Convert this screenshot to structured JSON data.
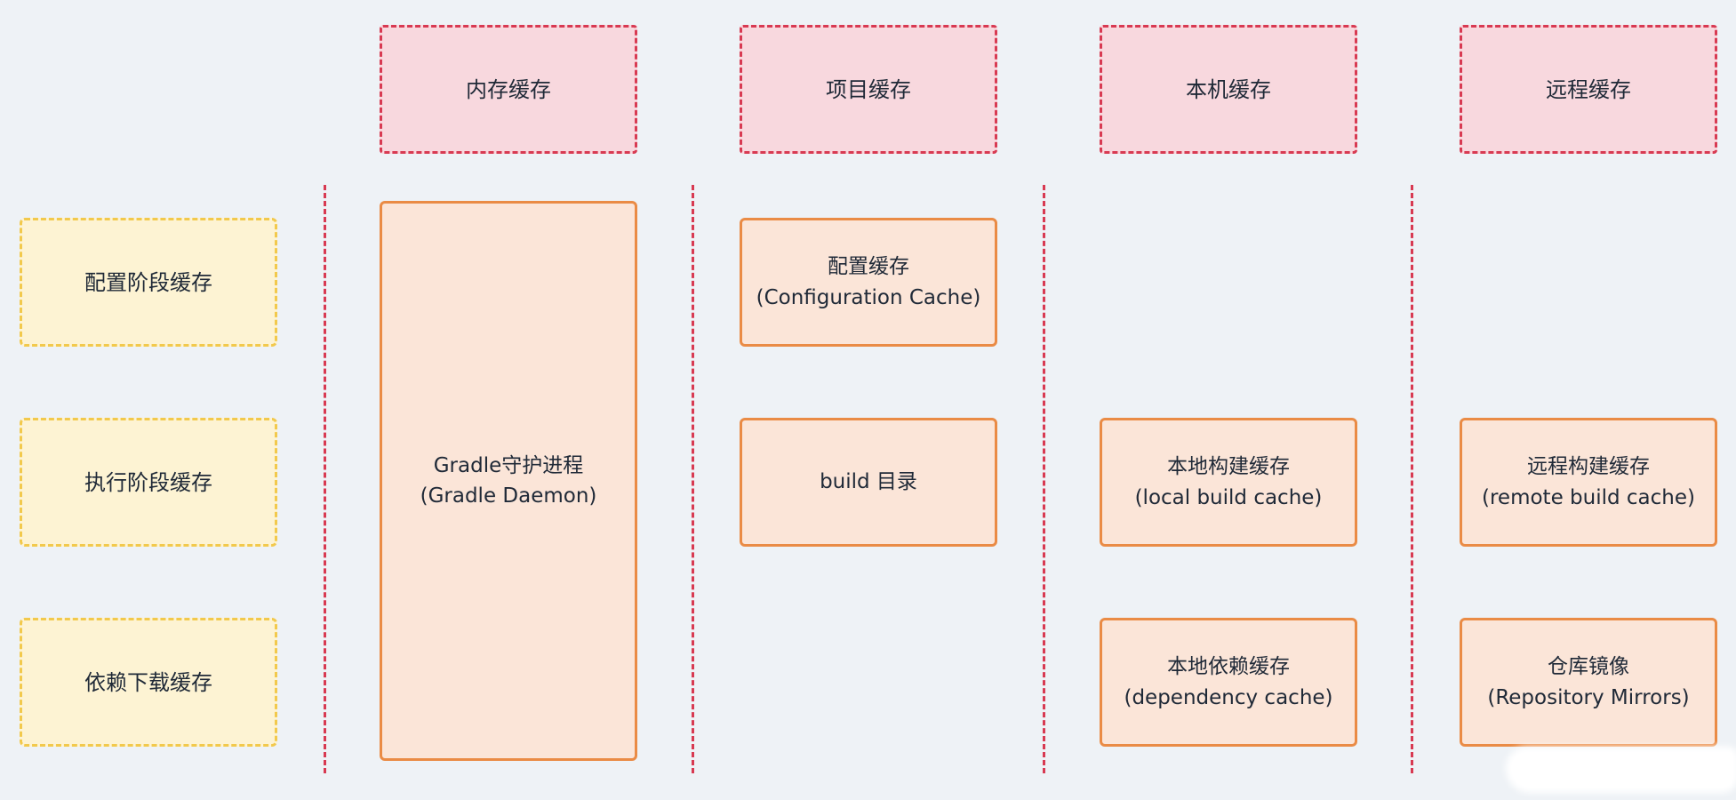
{
  "headers": {
    "memory": "内存缓存",
    "project": "项目缓存",
    "local": "本机缓存",
    "remote": "远程缓存"
  },
  "stages": {
    "config": "配置阶段缓存",
    "execute": "执行阶段缓存",
    "download": "依赖下载缓存"
  },
  "caches": {
    "daemon": {
      "zh": "Gradle守护进程",
      "en": "(Gradle Daemon)"
    },
    "configuration": {
      "zh": "配置缓存",
      "en": "(Configuration Cache)"
    },
    "build_dir": {
      "zh": "build 目录"
    },
    "local_build": {
      "zh": "本地构建缓存",
      "en": "(local build cache)"
    },
    "remote_build": {
      "zh": "远程构建缓存",
      "en": "(remote build cache)"
    },
    "dependency": {
      "zh": "本地依赖缓存",
      "en": "(dependency cache)"
    },
    "mirrors": {
      "zh": "仓库镜像",
      "en": "(Repository Mirrors)"
    }
  },
  "colors": {
    "background": "#eef2f6",
    "header_fill": "#f8d8de",
    "header_border": "#d83a52",
    "stage_fill": "#fdf3d3",
    "stage_border": "#f2c94c",
    "cache_fill": "#fbe5d8",
    "cache_border": "#ea8b45",
    "divider": "#d83a52"
  }
}
